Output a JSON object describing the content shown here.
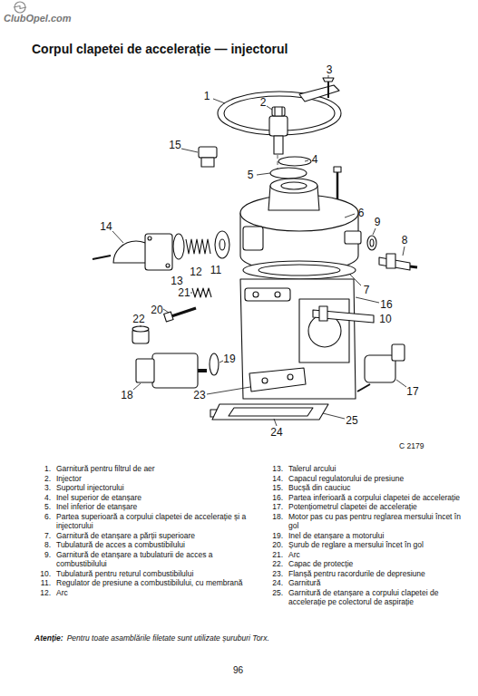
{
  "diagram": {
    "title": "Corpul clapetei de accelerație — injectorul",
    "labels": [
      "ClubOpel.com",
      "1",
      "2",
      "3",
      "4",
      "5",
      "6",
      "7",
      "8",
      "9",
      "10",
      "11",
      "12",
      "13",
      "14",
      "15",
      "16",
      "17",
      "18",
      "19",
      "20",
      "21",
      "22",
      "23",
      "24",
      "25",
      "C 2179",
      "1.",
      "Garnitură pentru filtrul de aer",
      "2.",
      "Injector",
      "3.",
      "Suportul injectorului",
      "4.",
      "Inel superior de etanșare",
      "5.",
      "Inel inferior de etanșare",
      "6.",
      "Partea superioară a corpului clapetei de accelerație și a injectorului",
      "7.",
      "Garnitură de etanșare a părții superioare",
      "8.",
      "Tubulatură de acces a combustibilului",
      "9.",
      "Garnitură de etanșare a tubulaturii de acces a combustibilului",
      "10.",
      "Tubulatură pentru returul combustibilului",
      "11.",
      "Regulator de presiune a combustibilului, cu membrană",
      "12.",
      "Arc",
      "13.",
      "Talerul arcului",
      "14.",
      "Capacul regulatorului de presiune",
      "15.",
      "Bucșă din cauciuc",
      "16.",
      "Partea inferioară a corpului clapetei de accelerație",
      "17.",
      "Potențiometrul clapetei de accelerație",
      "18.",
      "Motor pas cu pas pentru reglarea mersului încet în gol",
      "19.",
      "Inel de etanșare a motorului",
      "20.",
      "Șurub de reglare a mersului încet în gol",
      "21.",
      "Arc",
      "22.",
      "Capac de protecție",
      "23.",
      "Flanșă pentru racordurile de depresiune",
      "24.",
      "Garnitură",
      "25.",
      "Garnitură de etanșare a corpului clapetei de accelerație pe colectorul de aspirație",
      "Atenție:",
      "Pentru toate asamblările filetate sunt utilizate șuruburi Torx.",
      "96"
    ]
  }
}
